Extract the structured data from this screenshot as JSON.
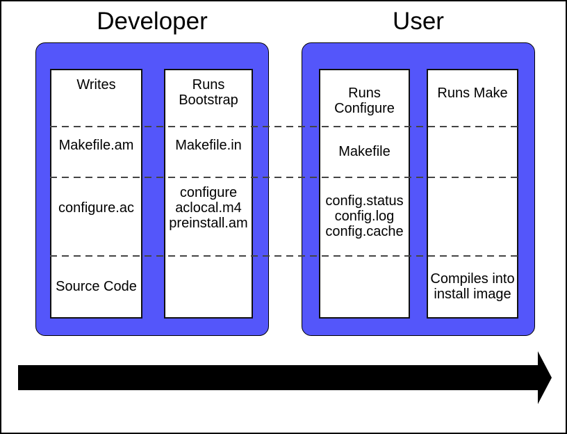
{
  "diagram": {
    "developer": {
      "title": "Developer",
      "columns": [
        {
          "role": "writes",
          "cells": [
            "Writes",
            "Makefile.am",
            "configure.ac",
            "Source Code"
          ]
        },
        {
          "role": "runs-bootstrap",
          "cells": [
            "Runs\nBootstrap",
            "Makefile.in",
            "configure\naclocal.m4\npreinstall.am",
            ""
          ]
        }
      ]
    },
    "user": {
      "title": "User",
      "columns": [
        {
          "role": "runs-configure",
          "cells": [
            "Runs\nConfigure",
            "Makefile",
            "config.status\nconfig.log\nconfig.cache",
            ""
          ]
        },
        {
          "role": "runs-make",
          "cells": [
            "Runs Make",
            "",
            "",
            "Compiles into\ninstall image"
          ]
        }
      ]
    },
    "colors": {
      "container_fill": "#5456FA",
      "box_fill": "#FFFFFF",
      "outline": "#000000",
      "dashed_line": "#444444",
      "arrow": "#000000"
    },
    "arrow_direction": "right"
  }
}
